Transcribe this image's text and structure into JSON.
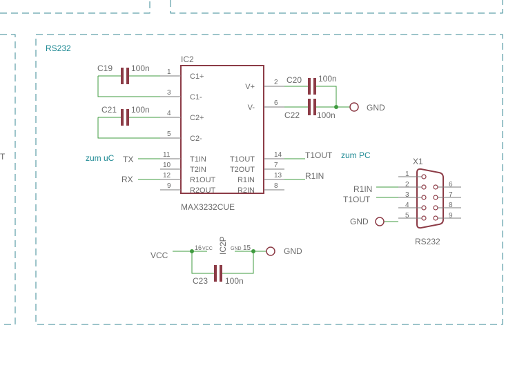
{
  "sheet": {
    "section_label": "RS232",
    "left_edge_fragment": "T"
  },
  "ic2": {
    "name": "IC2",
    "part": "MAX3232CUE",
    "left_pins": [
      {
        "num": "1",
        "label": "C1+"
      },
      {
        "num": "3",
        "label": "C1-"
      },
      {
        "num": "4",
        "label": "C2+"
      },
      {
        "num": "5",
        "label": "C2-"
      },
      {
        "num": "11",
        "label": "T1IN"
      },
      {
        "num": "10",
        "label": "T2IN"
      },
      {
        "num": "12",
        "label": "R1OUT"
      },
      {
        "num": "9",
        "label": "R2OUT"
      }
    ],
    "right_pins": [
      {
        "num": "2",
        "label": "V+"
      },
      {
        "num": "6",
        "label": "V-"
      },
      {
        "num": "14",
        "label": "T1OUT"
      },
      {
        "num": "7",
        "label": "T2OUT"
      },
      {
        "num": "13",
        "label": "R1IN"
      },
      {
        "num": "8",
        "label": "R2IN"
      }
    ]
  },
  "ic2p": {
    "name": "IC2P",
    "vcc_pin": "16",
    "vcc_label": "VCC",
    "gnd_pin": "15",
    "gnd_label": "GND"
  },
  "capacitors": {
    "c19": {
      "name": "C19",
      "value": "100n"
    },
    "c21": {
      "name": "C21",
      "value": "100n"
    },
    "c20": {
      "name": "C20",
      "value": "100n"
    },
    "c22": {
      "name": "C22",
      "value": "100n"
    },
    "c23": {
      "name": "C23",
      "value": "100n"
    }
  },
  "nets": {
    "gnd_top": "GND",
    "tx": "TX",
    "rx": "RX",
    "zum_uc": "zum uC",
    "t1out": "T1OUT",
    "zum_pc": "zum PC",
    "r1in": "R1IN",
    "vcc": "VCC",
    "gnd_bottom": "GND"
  },
  "connector": {
    "name": "X1",
    "part": "RS232",
    "left_pins": [
      "1",
      "2",
      "3",
      "4",
      "5"
    ],
    "right_pins": [
      "6",
      "7",
      "8",
      "9"
    ],
    "net_r1in": "R1IN",
    "net_t1out": "T1OUT",
    "net_gnd": "GND"
  }
}
